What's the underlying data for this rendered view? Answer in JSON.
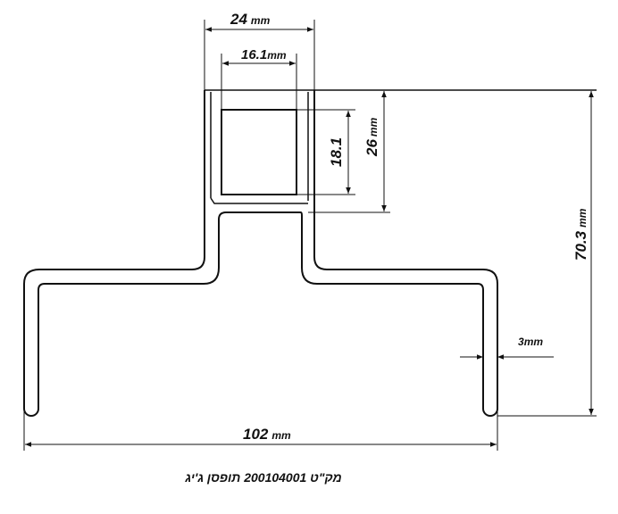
{
  "dimensions": {
    "outer_width": {
      "value": "24",
      "unit": "mm"
    },
    "inner_width": {
      "value": "16.1",
      "unit": "mm"
    },
    "inner_height": {
      "value": "18.1",
      "unit": ""
    },
    "outer_height": {
      "value": "26",
      "unit": "mm"
    },
    "total_height": {
      "value": "70.3",
      "unit": "mm"
    },
    "wire_thickness": {
      "value": "3",
      "unit": "mm"
    },
    "total_width": {
      "value": "102",
      "unit": "mm"
    }
  },
  "caption": "מק\"ט 200104001 תופסן ג'יג",
  "colors": {
    "line": "#111111",
    "background": "#ffffff"
  }
}
